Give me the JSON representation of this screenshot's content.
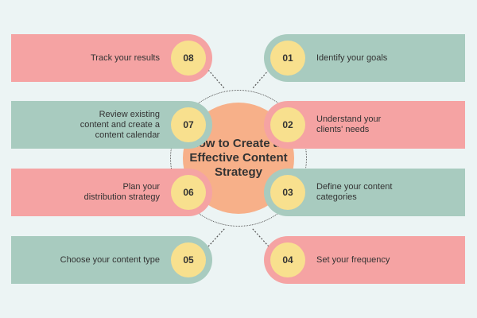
{
  "title": "How to Create an Effective Content Strategy",
  "steps": {
    "s01": {
      "number": "01",
      "label": "Identify your goals"
    },
    "s02": {
      "number": "02",
      "label": "Understand your clients' needs"
    },
    "s03": {
      "number": "03",
      "label": "Define your content categories"
    },
    "s04": {
      "number": "04",
      "label": "Set your frequency"
    },
    "s05": {
      "number": "05",
      "label": "Choose your content type"
    },
    "s06": {
      "number": "06",
      "label": "Plan your distribution strategy"
    },
    "s07": {
      "number": "07",
      "label": "Review existing content and create a content calendar"
    },
    "s08": {
      "number": "08",
      "label": "Track your results"
    }
  },
  "colors": {
    "background": "#ecf4f4",
    "pink": "#f5a3a3",
    "green": "#a8cbbf",
    "number_badge": "#f8e08e",
    "center": "#f7b089"
  }
}
